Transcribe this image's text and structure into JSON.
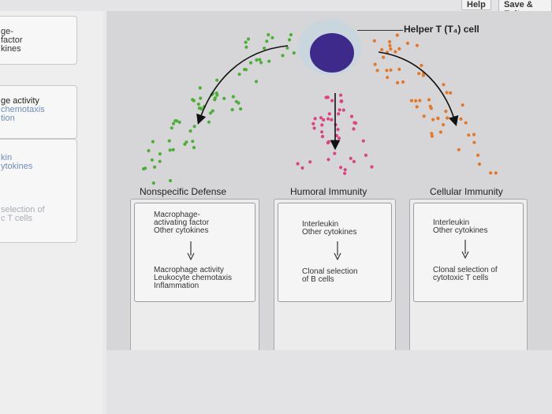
{
  "header": {
    "help_label": "Help",
    "save_label": "Save & Exit"
  },
  "left_panel": {
    "cards": [
      {
        "lines": [
          "ge-",
          "factor",
          "kines"
        ]
      },
      {
        "lines": [
          "ge activity",
          "chemotaxis",
          "tion"
        ]
      },
      {
        "lines": [
          "kin",
          "ytokines",
          "",
          "selection of",
          "c T cells"
        ]
      }
    ]
  },
  "diagram": {
    "cell_label": "Helper T (T₄) cell",
    "columns": [
      {
        "title": "Nonspecific Defense",
        "top_lines": [
          "Macrophage-",
          "activating factor",
          "Other cytokines"
        ],
        "bottom_lines": [
          "Macrophage activity",
          "Leukocyte chemotaxis",
          "Inflammation"
        ]
      },
      {
        "title": "Humoral Immunity",
        "top_lines": [
          "Interleukin",
          "Other cytokines"
        ],
        "bottom_lines": [
          "Clonal selection",
          "of B cells"
        ]
      },
      {
        "title": "Cellular Immunity",
        "top_lines": [
          "Interleukin",
          "Other cytokines"
        ],
        "bottom_lines": [
          "Clonal selection of",
          "cytotoxic T cells"
        ]
      }
    ],
    "colors": {
      "nonspecific_dots": "#4fae3a",
      "humoral_dots": "#d8457f",
      "cellular_dots": "#e2782a",
      "nucleus": "#3d2a8a"
    }
  }
}
